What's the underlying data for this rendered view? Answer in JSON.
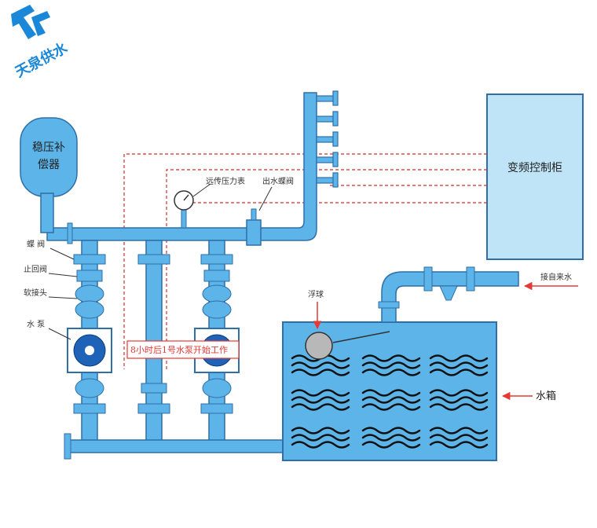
{
  "logo": {
    "text": "天泉供水",
    "color": "#1a87d8"
  },
  "colors": {
    "pipe": "#5db4e8",
    "pipe_stroke": "#2f6fa8",
    "signal": "#d32f2f",
    "water": "#111111",
    "panel": "#bfe4f7"
  },
  "labels": {
    "pressure_tank": [
      "稳压补",
      "偿器"
    ],
    "butterfly_valve": "蝶  阀",
    "check_valve": "止回阀",
    "soft_joint": "软接头",
    "pump": "水  泵",
    "remote_gauge": "远传压力表",
    "outlet_valve": "出水蝶阀",
    "control_cabinet": "变频控制柜",
    "float_ball": "浮球",
    "city_water": "接自来水",
    "water_tank": "水箱",
    "pump_note": "8小时后1号水泵开始工作"
  }
}
